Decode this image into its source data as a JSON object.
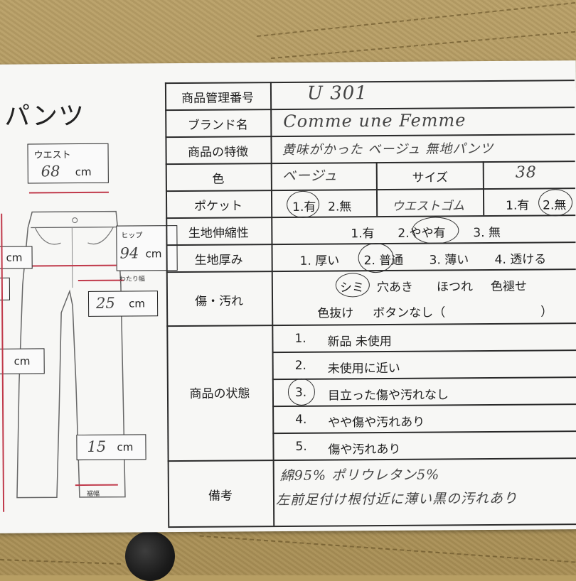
{
  "sheet": {
    "title": "パンツ"
  },
  "table": {
    "rows": [
      {
        "label": "商品管理番号",
        "value": "U 301"
      },
      {
        "label": "ブランド名",
        "value": "Comme une Femme"
      },
      {
        "label": "商品の特徴",
        "value": "黄味がかった ベージュ 無地パンツ"
      }
    ],
    "color": {
      "label": "色",
      "value": "ベージュ",
      "size_label": "サイズ",
      "size_value": "38"
    },
    "pocket": {
      "label": "ポケット",
      "opt1": "1.有",
      "opt2": "2.無",
      "waist_note": "ウエストゴム",
      "opt3": "1.有",
      "opt4": "2.無"
    },
    "stretch": {
      "label": "生地伸縮性",
      "opts": [
        "1.有",
        "2.やや有",
        "3. 無"
      ]
    },
    "thickness": {
      "label": "生地厚み",
      "opts": [
        "1. 厚い",
        "2. 普通",
        "3. 薄い",
        "4. 透ける"
      ]
    },
    "damage": {
      "label": "傷・汚れ",
      "line1": [
        "シミ",
        "穴あき",
        "ほつれ",
        "色褪せ"
      ],
      "line2": [
        "色抜け",
        "ボタンなし（",
        "）"
      ]
    },
    "condition": {
      "label": "商品の状態",
      "items": [
        {
          "num": "1.",
          "text": "新品  未使用"
        },
        {
          "num": "2.",
          "text": "未使用に近い"
        },
        {
          "num": "3.",
          "text": "目立った傷や汚れなし"
        },
        {
          "num": "4.",
          "text": "やや傷や汚れあり"
        },
        {
          "num": "5.",
          "text": "傷や汚れあり"
        }
      ]
    },
    "remarks": {
      "label": "備考",
      "line1": "綿95% ポリウレタン5%",
      "line2": "左前足付け根付近に薄い黒の汚れあり"
    }
  },
  "diagram": {
    "waist": {
      "label": "ウエスト",
      "value": "68",
      "unit": "cm"
    },
    "hip": {
      "label": "ヒップ",
      "value": "94",
      "unit": "cm"
    },
    "thigh": {
      "value": "25",
      "unit": "cm",
      "label": "わたり幅"
    },
    "hem": {
      "value": "15",
      "unit": "cm",
      "label": "裾幅"
    },
    "left1": {
      "unit": "cm"
    },
    "left2": {
      "unit": "cm"
    }
  },
  "colors": {
    "paper": "#f7f7f5",
    "fabric": "#b79e63",
    "measure_line": "#c0394a",
    "ink": "#444444"
  }
}
